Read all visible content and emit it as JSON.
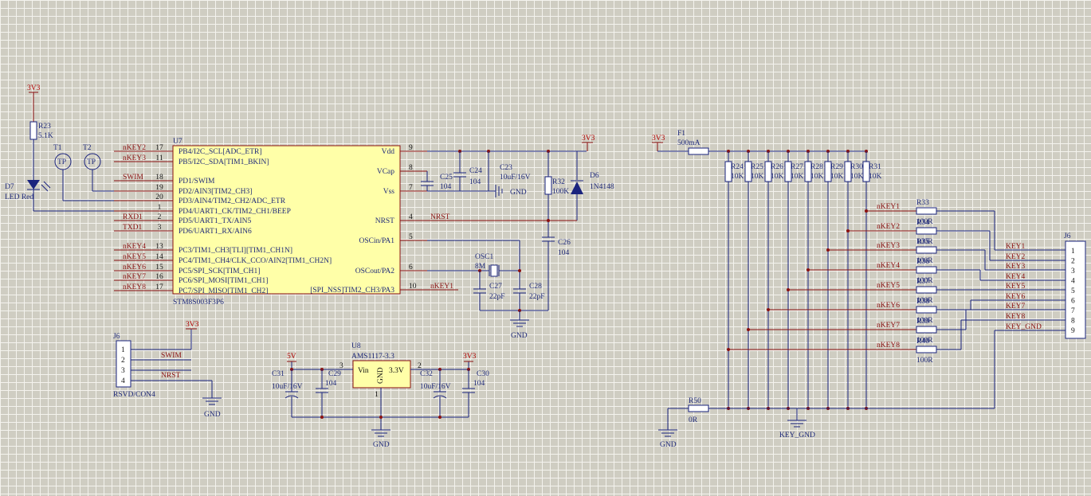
{
  "power": {
    "v33": "3V3",
    "v5": "5V",
    "gnd": "GND",
    "key_gnd": "KEY_GND"
  },
  "mcu": {
    "ref": "U7",
    "part": "STM8S003F3P6",
    "left_pins": [
      {
        "num": "17",
        "net": "nKEY2",
        "name": "PB4/I2C_SCL[ADC_ETR]"
      },
      {
        "num": "11",
        "net": "nKEY3",
        "name": "PB5/I2C_SDA[TIM1_BKIN]"
      },
      {
        "num": "18",
        "net": "SWIM",
        "name": "PD1/SWIM"
      },
      {
        "num": "19",
        "net": "",
        "name": "PD2/AIN3[TIM2_CH3]"
      },
      {
        "num": "20",
        "net": "",
        "name": "PD3/AIN4/TIM2_CH2/ADC_ETR"
      },
      {
        "num": "1",
        "net": "",
        "name": "PD4/UART1_CK/TIM2_CH1/BEEP"
      },
      {
        "num": "2",
        "net": "RXD1",
        "name": "PD5/UART1_TX/AIN5"
      },
      {
        "num": "3",
        "net": "TXD1",
        "name": "PD6/UART1_RX/AIN6"
      },
      {
        "num": "13",
        "net": "nKEY4",
        "name": "PC3/TIM1_CH3[TLI][TIM1_CH1N]"
      },
      {
        "num": "14",
        "net": "nKEY5",
        "name": "PC4/TIM1_CH4/CLK_CCO/AIN2[TIM1_CH2N]"
      },
      {
        "num": "15",
        "net": "nKEY6",
        "name": "PC5/SPI_SCK[TIM_CH1]"
      },
      {
        "num": "16",
        "net": "nKEY7",
        "name": "PC6/SPI_MOSI[TIM1_CH1]"
      },
      {
        "num": "17",
        "net": "nKEY8",
        "name": "PC7/SPI_MISO[TIM1_CH2]"
      }
    ],
    "right_pins": [
      {
        "num": "9",
        "name": "Vdd",
        "net": ""
      },
      {
        "num": "8",
        "name": "VCap",
        "net": ""
      },
      {
        "num": "7",
        "name": "Vss",
        "net": ""
      },
      {
        "num": "4",
        "name": "NRST",
        "net": "NRST"
      },
      {
        "num": "5",
        "name": "OSCin/PA1",
        "net": ""
      },
      {
        "num": "6",
        "name": "OSCout/PA2",
        "net": ""
      },
      {
        "num": "10",
        "name": "[SPI_NSS]TIM2_CH3/PA3",
        "net": "nKEY1"
      }
    ]
  },
  "parts": {
    "r23": {
      "ref": "R23",
      "val": "5.1K"
    },
    "d7": {
      "ref": "D7",
      "val": "LED Red"
    },
    "t1": {
      "ref": "T1",
      "sym": "TP"
    },
    "t2": {
      "ref": "T2",
      "sym": "TP"
    },
    "c25": {
      "ref": "C25",
      "val": "104"
    },
    "c24": {
      "ref": "C24",
      "val": "104"
    },
    "c23": {
      "ref": "C23",
      "val": "10uF/16V"
    },
    "r32": {
      "ref": "R32",
      "val": "100K"
    },
    "d6": {
      "ref": "D6",
      "val": "1N4148"
    },
    "c26": {
      "ref": "C26",
      "val": "104"
    },
    "osc1": {
      "ref": "OSC1",
      "val": "8M"
    },
    "c27": {
      "ref": "C27",
      "val": "22pF"
    },
    "c28": {
      "ref": "C28",
      "val": "22pF"
    },
    "j6a": {
      "ref": "J6",
      "val": "RSVD/CON4",
      "pins": [
        "1",
        "2",
        "3",
        "4"
      ],
      "nets": [
        "SWIM",
        "NRST"
      ]
    },
    "u8": {
      "ref": "U8",
      "val": "AMS1117-3.3",
      "vin": "Vin",
      "vout": "3.3V",
      "gnd": "GND",
      "p3": "3",
      "p2": "2",
      "p1": "1"
    },
    "c31": {
      "ref": "C31",
      "val": "10uF/16V"
    },
    "c29": {
      "ref": "C29",
      "val": "104"
    },
    "c32": {
      "ref": "C32",
      "val": "10uF/16V"
    },
    "c30": {
      "ref": "C30",
      "val": "104"
    },
    "f1": {
      "ref": "F1",
      "val": "500mA"
    },
    "r50": {
      "ref": "R50",
      "val": "0R"
    },
    "j6b": {
      "ref": "J6",
      "pins": [
        "1",
        "2",
        "3",
        "4",
        "5",
        "6",
        "7",
        "8",
        "9"
      ]
    }
  },
  "pullups": {
    "refs": [
      "R24",
      "R25",
      "R26",
      "R27",
      "R28",
      "R29",
      "R30",
      "R31"
    ],
    "val": "10K"
  },
  "keys": [
    {
      "net": "nKEY1",
      "ref": "R33",
      "val": "100R",
      "out": "KEY1"
    },
    {
      "net": "nKEY2",
      "ref": "R34",
      "val": "100R",
      "out": "KEY2"
    },
    {
      "net": "nKEY3",
      "ref": "R35",
      "val": "100R",
      "out": "KEY3"
    },
    {
      "net": "nKEY4",
      "ref": "R36",
      "val": "100R",
      "out": "KEY4"
    },
    {
      "net": "nKEY5",
      "ref": "R37",
      "val": "100R",
      "out": "KEY5"
    },
    {
      "net": "nKEY6",
      "ref": "R38",
      "val": "100R",
      "out": "KEY6"
    },
    {
      "net": "nKEY7",
      "ref": "R39",
      "val": "100R",
      "out": "KEY7"
    },
    {
      "net": "nKEY8",
      "ref": "R40",
      "val": "100R",
      "out": "KEY8"
    }
  ],
  "key_gnd_label": "KEY_GND"
}
